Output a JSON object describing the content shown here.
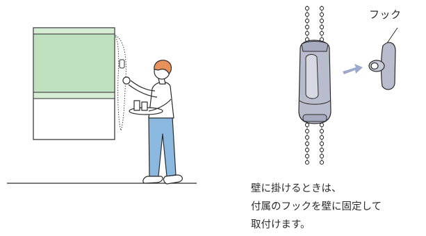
{
  "labels": {
    "hook": "フック"
  },
  "caption": {
    "line1": "壁に掛けるときは、",
    "line2": "付属のフックを壁に固定して",
    "line3": "取付けます。"
  },
  "colors": {
    "shade_green": "#bfe0bf",
    "body_gray": "#b9bccc",
    "pants_blue": "#8bb8de",
    "hair_orange": "#e8915a",
    "arrow_blue": "#9aa9cc",
    "line": "#2a2a2a"
  },
  "icons": [
    "window-shade-illustration",
    "person-icon",
    "chain-holder-icon",
    "hook-icon",
    "arrow-icon"
  ]
}
